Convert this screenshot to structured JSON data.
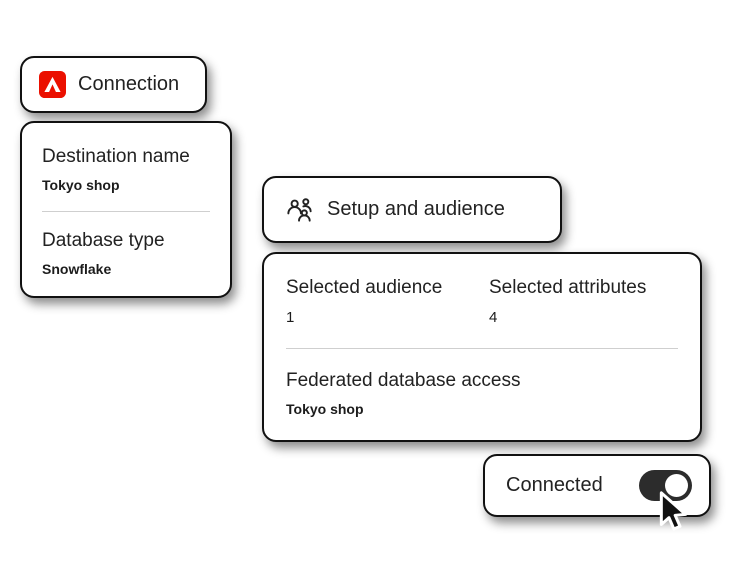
{
  "colors": {
    "background": "#FFFFFF",
    "card_bg": "#FFFFFF",
    "card_border": "#111111",
    "text": "#222222",
    "divider": "#CFCFCF",
    "adobe_red": "#EB1000",
    "toggle_on_bg": "#2C2C2C",
    "toggle_knob": "#FFFFFF"
  },
  "connection_card": {
    "icon": "adobe-logo-icon",
    "title": "Connection"
  },
  "destination_card": {
    "fields": [
      {
        "label": "Destination name",
        "value": "Tokyo shop"
      },
      {
        "label": "Database type",
        "value": "Snowflake"
      }
    ]
  },
  "setup_card": {
    "icon": "audience-icon",
    "title": "Setup and audience"
  },
  "summary_card": {
    "stats": [
      {
        "label": "Selected audience",
        "value": "1"
      },
      {
        "label": "Selected attributes",
        "value": "4"
      }
    ],
    "field": {
      "label": "Federated database access",
      "value": "Tokyo shop"
    }
  },
  "connected_card": {
    "label": "Connected",
    "toggle_state": "on"
  },
  "cursor": {
    "icon": "mouse-pointer-icon"
  }
}
